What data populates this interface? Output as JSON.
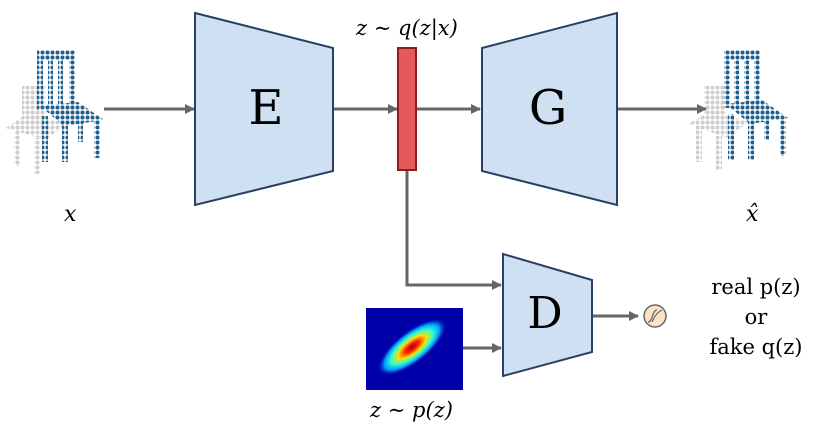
{
  "blocks": {
    "encoder": {
      "letter": "E"
    },
    "generator": {
      "letter": "G"
    },
    "discriminator": {
      "letter": "D"
    }
  },
  "labels": {
    "input_x": "x",
    "output_xhat": "x̂",
    "posterior": "z ∼ q(z|x)",
    "prior": "z ∼ p(z)",
    "decision_line1": "real p(z)",
    "decision_line2": "or",
    "decision_line3": "fake q(z)"
  },
  "colors": {
    "block_fill": "#cfe0f2",
    "block_stroke": "#2b3f66",
    "latent_fill": "#e45a5a",
    "latent_stroke": "#8a1c1c",
    "arrow": "#666666",
    "sigmoid_fill": "#fbe3c4"
  }
}
